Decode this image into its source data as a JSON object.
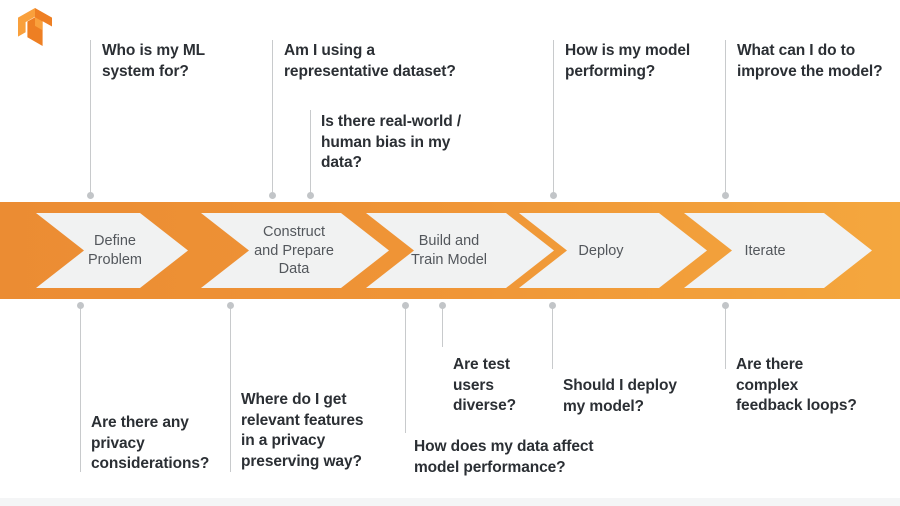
{
  "brand": {
    "logo_icon": "tensorflow-logo-icon",
    "logo_color_light": "#F9A03C",
    "logo_color_dark": "#EE7F23"
  },
  "theme": {
    "banner_gradient_start": "#EB8C33",
    "banner_gradient_end": "#F4A73E",
    "chevron_fill": "#F1F2F2",
    "question_text": "#2B2F34",
    "stage_text": "#53575C",
    "connector_line": "#C8CACC",
    "connector_dot": "#C2C5C8"
  },
  "pipeline": {
    "stages": [
      {
        "id": "define-problem",
        "label": "Define\nProblem"
      },
      {
        "id": "construct-and-prepare-data",
        "label": "Construct\nand Prepare\nData"
      },
      {
        "id": "build-and-train-model",
        "label": "Build and\nTrain Model"
      },
      {
        "id": "deploy",
        "label": "Deploy"
      },
      {
        "id": "iterate",
        "label": "Iterate"
      }
    ]
  },
  "questions_above": [
    {
      "id": "who-is-my-ml-system-for",
      "text": "Who is my ML\nsystem for?"
    },
    {
      "id": "am-i-using-a-representative-dataset",
      "text": "Am I using a\nrepresentative dataset?"
    },
    {
      "id": "is-there-real-world-human-bias-in-my-data",
      "text": "Is there real-world /\nhuman bias in my\ndata?"
    },
    {
      "id": "how-is-my-model-performing",
      "text": "How is my model\nperforming?"
    },
    {
      "id": "what-can-i-do-to-improve-the-model",
      "text": "What can I do to\nimprove the model?"
    }
  ],
  "questions_below": [
    {
      "id": "are-there-any-privacy-considerations",
      "text": "Are there any\nprivacy\nconsiderations?"
    },
    {
      "id": "where-do-i-get-relevant-features-in-a-privacy-preserving-way",
      "text": "Where do I get\nrelevant features\nin a privacy\npreserving way?"
    },
    {
      "id": "how-does-my-data-affect-model-performance",
      "text": "How does my data affect\nmodel performance?"
    },
    {
      "id": "are-test-users-diverse",
      "text": "Are test\nusers\ndiverse?"
    },
    {
      "id": "should-i-deploy-my-model",
      "text": "Should I deploy\nmy model?"
    },
    {
      "id": "are-there-complex-feedback-loops",
      "text": "Are there\ncomplex\nfeedback loops?"
    }
  ]
}
